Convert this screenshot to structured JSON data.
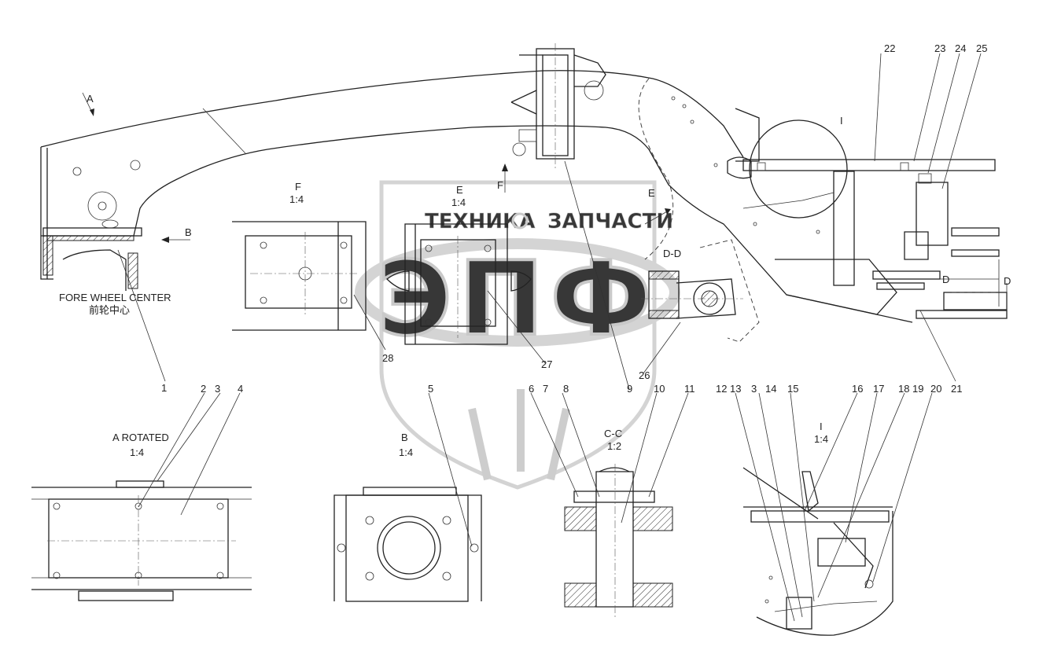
{
  "callouts": [
    "1",
    "2",
    "3",
    "4",
    "5",
    "6",
    "7",
    "8",
    "9",
    "10",
    "11",
    "12",
    "13",
    "3",
    "14",
    "15",
    "16",
    "17",
    "18",
    "19",
    "20",
    "21",
    "22",
    "23",
    "24",
    "25",
    "26",
    "27",
    "28"
  ],
  "view_labels": {
    "A": "A",
    "B_arrow": "B",
    "E_arrow": "E",
    "F_arrow": "F",
    "F_title": "F",
    "F_scale": "1:4",
    "E_title": "E",
    "E_scale": "1:4",
    "DD_title": "D-D",
    "D_left": "D",
    "D_right": "D",
    "A_rotated_title": "A ROTATED",
    "A_rotated_scale": "1:4",
    "B_title": "B",
    "B_scale": "1:4",
    "CC_title": "C-C",
    "CC_scale": "1:2",
    "I_title": "I",
    "I_scale": "1:4",
    "I_marker": "I"
  },
  "notes": {
    "fore_wheel_center": "FORE WHEEL CENTER",
    "fore_wheel_center_cn": "前轮中心"
  },
  "watermark": {
    "line1_left": "ТЕХНИКА",
    "line1_right": "ЗАПЧАСТИ",
    "big": "ЭПФ"
  },
  "colors": {
    "line": "#222222",
    "watermark": "#c8c8c8",
    "background": "#ffffff"
  }
}
